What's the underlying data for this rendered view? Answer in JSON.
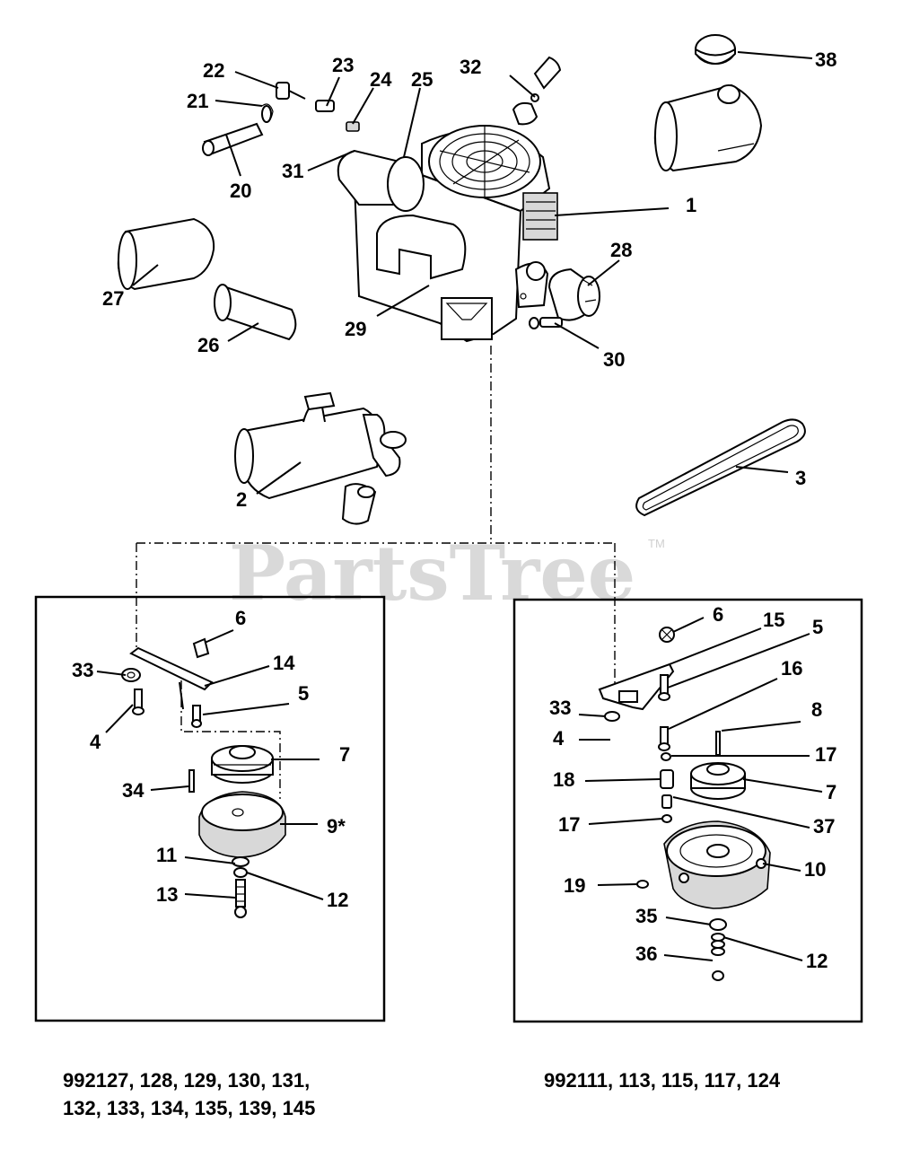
{
  "watermark": {
    "brand": "PartsTree",
    "trademark": "TM"
  },
  "callouts": {
    "c1": "1",
    "c2": "2",
    "c3": "3",
    "c20": "20",
    "c21": "21",
    "c22": "22",
    "c23": "23",
    "c24": "24",
    "c25": "25",
    "c26": "26",
    "c27": "27",
    "c28": "28",
    "c29": "29",
    "c30": "30",
    "c31": "31",
    "c32": "32",
    "c38": "38"
  },
  "left_box": {
    "c4": "4",
    "c5": "5",
    "c6": "6",
    "c7": "7",
    "c9": "9*",
    "c11": "11",
    "c12": "12",
    "c13": "13",
    "c14": "14",
    "c33": "33",
    "c34": "34"
  },
  "right_box": {
    "c4": "4",
    "c5": "5",
    "c6": "6",
    "c7": "7",
    "c8": "8",
    "c10": "10",
    "c12": "12",
    "c15": "15",
    "c16": "16",
    "c17a": "17",
    "c17b": "17",
    "c18": "18",
    "c19": "19",
    "c33": "33",
    "c35": "35",
    "c36": "36",
    "c37": "37"
  },
  "models": {
    "left_line1": "992127, 128, 129, 130, 131,",
    "left_line2": "132, 133, 134, 135, 139, 145",
    "right_line1": "992111, 113, 115, 117, 124"
  }
}
